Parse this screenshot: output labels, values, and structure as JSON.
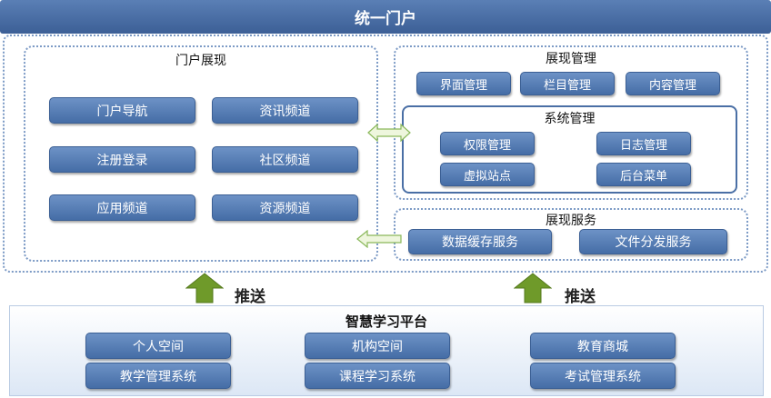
{
  "header": {
    "title": "统一门户"
  },
  "portal_display": {
    "title": "门户展现",
    "items": [
      "门户导航",
      "资讯频道",
      "注册登录",
      "社区频道",
      "应用频道",
      "资源频道"
    ]
  },
  "display_management": {
    "title": "展现管理",
    "items": [
      "界面管理",
      "栏目管理",
      "内容管理"
    ],
    "system_management": {
      "title": "系统管理",
      "items": [
        "权限管理",
        "日志管理",
        "虚拟站点",
        "后台菜单"
      ]
    }
  },
  "display_service": {
    "title": "展现服务",
    "items": [
      "数据缓存服务",
      "文件分发服务"
    ]
  },
  "push": {
    "left_label": "推送",
    "right_label": "推送"
  },
  "platform": {
    "title": "智慧学习平台",
    "items": [
      "个人空间",
      "机构空间",
      "教育商城",
      "教学管理系统",
      "课程学习系统",
      "考试管理系统"
    ]
  },
  "colors": {
    "header": "#4a6fa5",
    "button": "#5a80b8",
    "arrow_green": "#6f9a2a",
    "dotted_border": "#7d9bc6"
  }
}
